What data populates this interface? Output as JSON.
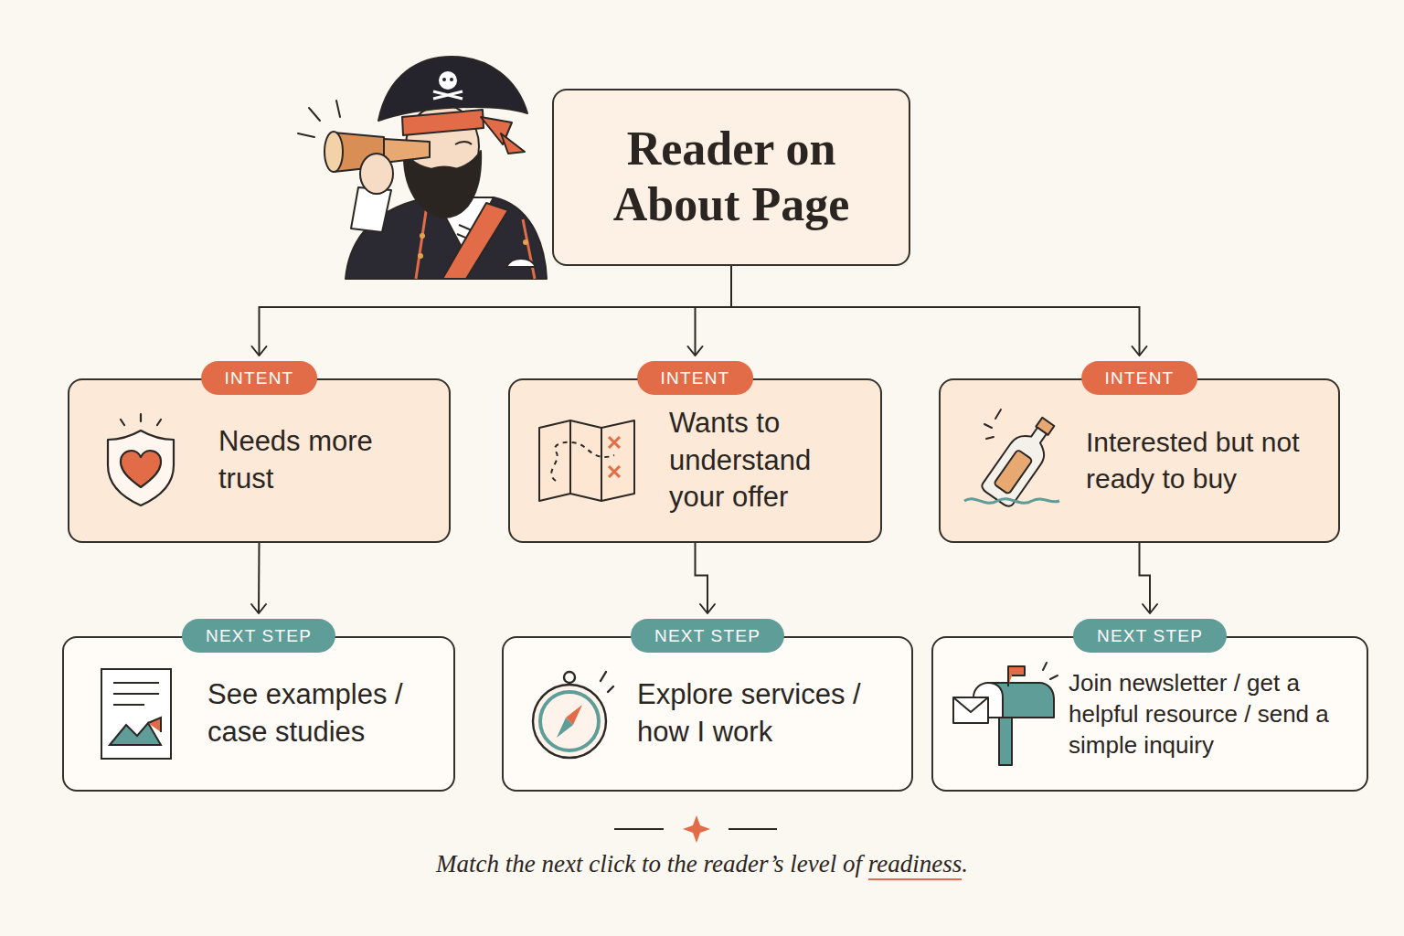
{
  "diagram": {
    "caption": "Match the next click to the reader’s level of readiness.",
    "nodes": [
      {
        "text": [
          "Reader on About Page"
        ]
      },
      {
        "text": [
          "INTENT",
          "Needs more trust"
        ]
      },
      {
        "text": [
          "INTENT",
          "Wants to understand your offer"
        ]
      },
      {
        "text": [
          "INTENT",
          "Interested but not ready to buy"
        ]
      },
      {
        "text": [
          "NEXT STEP",
          "See examples / case studies"
        ]
      },
      {
        "text": [
          "NEXT STEP",
          "Explore services / how I work"
        ]
      },
      {
        "text": [
          "NEXT STEP",
          "Join newsletter / get a helpful resource / send a simple inquiry"
        ]
      }
    ],
    "edges": [
      {
        "from": 0,
        "to": 1,
        "arrow": "to"
      },
      {
        "from": 0,
        "to": 2,
        "arrow": "to"
      },
      {
        "from": 0,
        "to": 3,
        "arrow": "to"
      },
      {
        "from": 1,
        "to": 4,
        "arrow": "to"
      },
      {
        "from": 2,
        "to": 5,
        "arrow": "to"
      },
      {
        "from": 3,
        "to": 6,
        "arrow": "to"
      }
    ]
  }
}
